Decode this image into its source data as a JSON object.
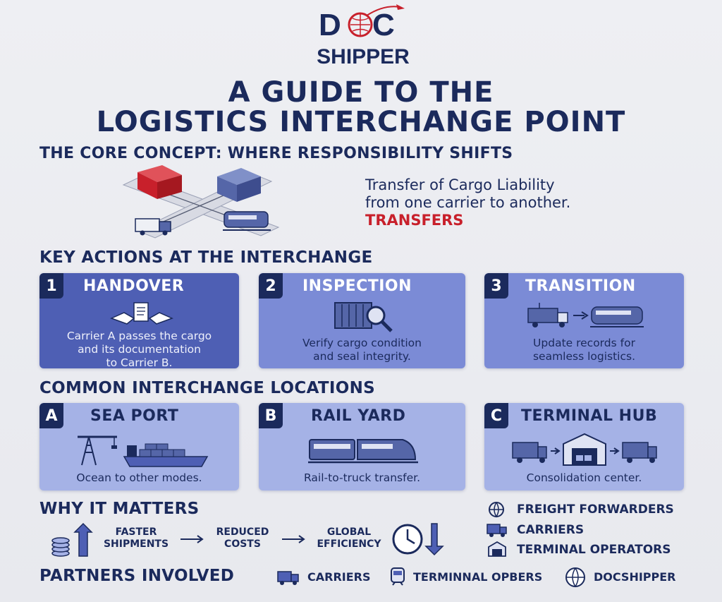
{
  "logo": {
    "line1": "DOC",
    "line2": "SHIPPER"
  },
  "title": {
    "line1": "A GUIDE TO THE",
    "line2": "LOGISTICS INTERCHANGE POINT"
  },
  "core": {
    "heading": "THE CORE CONCEPT: WHERE RESPONSIBILITY SHIFTS",
    "text_line1": "Transfer of Cargo Liability",
    "text_line2": "from one carrier to another.",
    "highlight": "TRANSFERS"
  },
  "actions": {
    "heading": "KEY ACTIONS AT THE INTERCHANGE",
    "items": [
      {
        "num": "1",
        "title": "HANDOVER",
        "desc1": "Carrier A passes the cargo",
        "desc2": "and its documentation",
        "desc3": "to Carrier B.",
        "icon": "handshake-document-icon"
      },
      {
        "num": "2",
        "title": "INSPECTION",
        "desc1": "Verify cargo condition",
        "desc2": "and seal integrity.",
        "icon": "container-magnifier-icon"
      },
      {
        "num": "3",
        "title": "TRANSITION",
        "desc1": "Update records for",
        "desc2": "seamless logistics.",
        "icon": "truck-to-train-icon"
      }
    ]
  },
  "locations": {
    "heading": "COMMON INTERCHANGE LOCATIONS",
    "items": [
      {
        "letter": "A",
        "title": "SEA PORT",
        "desc": "Ocean to other modes.",
        "icon": "crane-ship-icon"
      },
      {
        "letter": "B",
        "title": "RAIL YARD",
        "desc": "Rail-to-truck transfer.",
        "icon": "train-icon"
      },
      {
        "letter": "C",
        "title": "TERMINAL HUB",
        "desc": "Consolidation center.",
        "icon": "truck-warehouse-truck-icon"
      }
    ]
  },
  "why": {
    "heading": "WHY IT MATTERS",
    "steps": [
      {
        "l1": "FASTER",
        "l2": "SHIPMENTS"
      },
      {
        "l1": "REDUCED",
        "l2": "COSTS"
      },
      {
        "l1": "GLOBAL",
        "l2": "EFFICIENCY"
      }
    ]
  },
  "right_list": [
    {
      "label": "FREIGHT FORWARDERS",
      "icon": "globe-icon"
    },
    {
      "label": "CARRIERS",
      "icon": "truck-icon"
    },
    {
      "label": "TERMINAL OPERATORS",
      "icon": "warehouse-icon"
    }
  ],
  "partners": {
    "heading": "PARTNERS INVOLVED",
    "items": [
      {
        "label": "CARRIERS",
        "icon": "truck-icon"
      },
      {
        "label": "TERMINNAL OPBERS",
        "icon": "train-front-icon"
      },
      {
        "label": "DOCSHIPPER",
        "icon": "globe-icon"
      }
    ]
  },
  "colors": {
    "navy": "#1b2a5c",
    "red": "#c8202b",
    "card_light": "#a5b2e6",
    "card_dark": "#4e5fb4"
  }
}
